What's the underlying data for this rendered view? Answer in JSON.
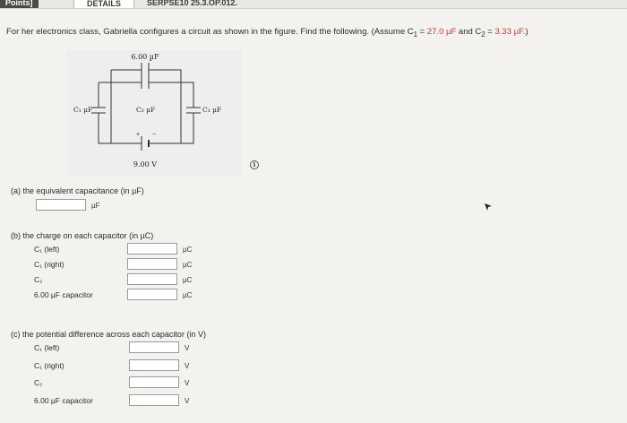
{
  "header": {
    "points_label": "Points]",
    "details_tab": "DETAILS",
    "problem_code": "SERPSE10 25.3.OP.012."
  },
  "problem": {
    "statement_prefix": "For her electronics class, Gabriella configures a circuit as shown in the figure. Find the following. (Assume C",
    "c1_sub": "1",
    "c1_eq": " = ",
    "c1_value": "27.0 µF",
    "mid": " and C",
    "c2_sub": "2",
    "c2_eq": " = ",
    "c2_value": "3.33 µF",
    "suffix": ".)"
  },
  "figure": {
    "top_cap_label": "6.00 µF",
    "c1_left_label": "C₁ µF",
    "c2_label": "C₂ µF",
    "c1_right_label": "C₁ µF",
    "battery_label": "9.00 V",
    "battery_plus": "+",
    "battery_minus": "−"
  },
  "info_icon_glyph": "i",
  "part_a": {
    "label": "(a)  the equivalent capacitance (in µF)",
    "unit": "µF",
    "value": ""
  },
  "part_b": {
    "label": "(b)  the charge on each capacitor (in µC)",
    "rows": [
      {
        "label": "C₁ (left)",
        "unit": "µC",
        "value": ""
      },
      {
        "label": "C₁ (right)",
        "unit": "µC",
        "value": ""
      },
      {
        "label": "C₂",
        "unit": "µC",
        "value": ""
      },
      {
        "label": "6.00 µF capacitor",
        "unit": "µC",
        "value": ""
      }
    ]
  },
  "part_c": {
    "label": "(c)  the potential difference across each capacitor (in V)",
    "rows": [
      {
        "label": "C₁ (left)",
        "unit": "V",
        "value": ""
      },
      {
        "label": "C₁ (right)",
        "unit": "V",
        "value": ""
      },
      {
        "label": "C₂",
        "unit": "V",
        "value": ""
      },
      {
        "label": "6.00 µF capacitor",
        "unit": "V",
        "value": ""
      }
    ]
  },
  "colors": {
    "accent": "#c8362f",
    "page_bg": "#f3f2ef",
    "figure_bg": "#eeeeec"
  }
}
